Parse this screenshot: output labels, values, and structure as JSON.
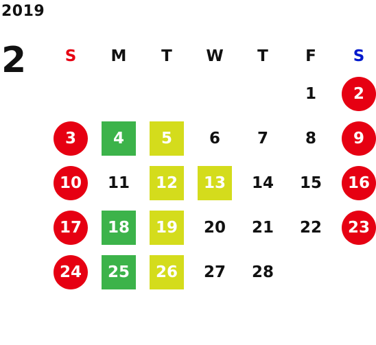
{
  "calendar": {
    "year": "2019",
    "month": "2",
    "weekdays": [
      "S",
      "M",
      "T",
      "W",
      "T",
      "F",
      "S"
    ],
    "weekday_colors": [
      "#e60012",
      "#111111",
      "#111111",
      "#111111",
      "#111111",
      "#111111",
      "#0018cc"
    ],
    "colors": {
      "holiday_circle": "#e60012",
      "green_highlight": "#3cb34a",
      "lime_highlight": "#d4dc1c"
    },
    "weeks": [
      [
        null,
        null,
        null,
        null,
        null,
        {
          "d": "1"
        },
        {
          "d": "2",
          "s": "sat"
        }
      ],
      [
        {
          "d": "3",
          "s": "sun"
        },
        {
          "d": "4",
          "s": "green"
        },
        {
          "d": "5",
          "s": "lime"
        },
        {
          "d": "6"
        },
        {
          "d": "7"
        },
        {
          "d": "8"
        },
        {
          "d": "9",
          "s": "sat"
        }
      ],
      [
        {
          "d": "10",
          "s": "sun"
        },
        {
          "d": "11"
        },
        {
          "d": "12",
          "s": "lime"
        },
        {
          "d": "13",
          "s": "lime"
        },
        {
          "d": "14"
        },
        {
          "d": "15"
        },
        {
          "d": "16",
          "s": "sat"
        }
      ],
      [
        {
          "d": "17",
          "s": "sun"
        },
        {
          "d": "18",
          "s": "green"
        },
        {
          "d": "19",
          "s": "lime"
        },
        {
          "d": "20"
        },
        {
          "d": "21"
        },
        {
          "d": "22"
        },
        {
          "d": "23",
          "s": "sat"
        }
      ],
      [
        {
          "d": "24",
          "s": "sun"
        },
        {
          "d": "25",
          "s": "green"
        },
        {
          "d": "26",
          "s": "lime"
        },
        {
          "d": "27"
        },
        {
          "d": "28"
        },
        null,
        null
      ]
    ]
  }
}
